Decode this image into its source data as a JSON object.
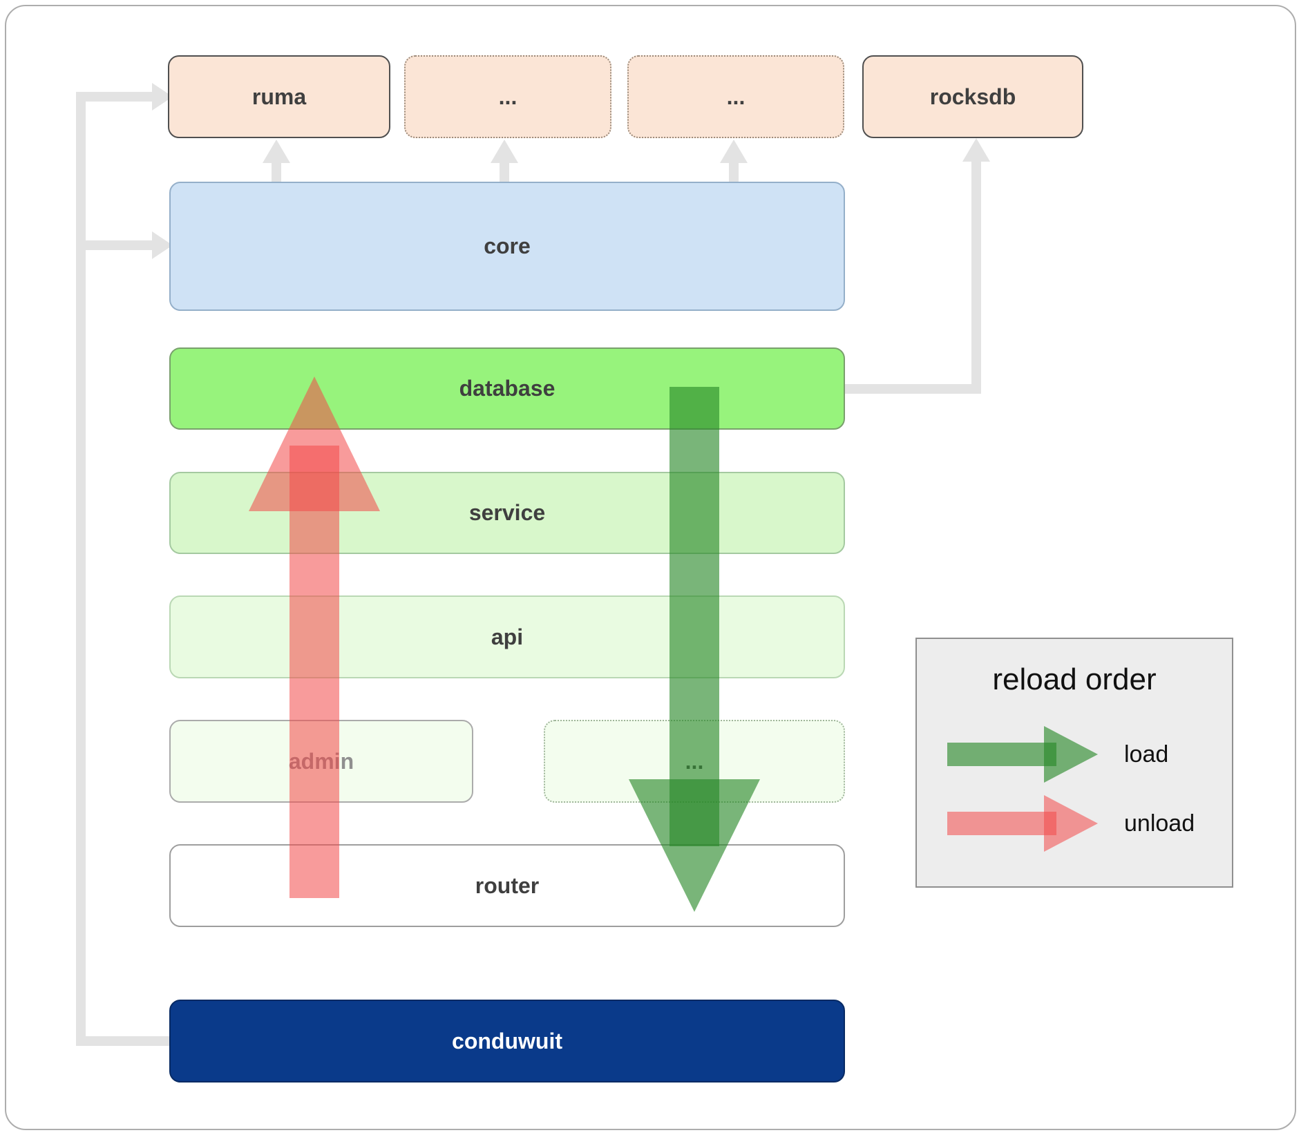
{
  "boxes": {
    "ruma": {
      "label": "ruma"
    },
    "dots_top_1": {
      "label": "..."
    },
    "dots_top_2": {
      "label": "..."
    },
    "rocksdb": {
      "label": "rocksdb"
    },
    "core": {
      "label": "core"
    },
    "database": {
      "label": "database"
    },
    "service": {
      "label": "service"
    },
    "api": {
      "label": "api"
    },
    "admin": {
      "label": "admin"
    },
    "dots_mid": {
      "label": "..."
    },
    "router": {
      "label": "router"
    },
    "conduwuit": {
      "label": "conduwuit"
    }
  },
  "legend": {
    "title": "reload order",
    "items": [
      {
        "label": "load",
        "color": "#278727"
      },
      {
        "label": "unload",
        "color": "#f24848"
      }
    ]
  },
  "colors": {
    "peach_box": "#fbe5d6",
    "core_blue": "#cfe2f5",
    "database_green": "#97f37c",
    "service_green": "#d8f7cb",
    "api_green": "#e9fbe1",
    "admin_green": "#f3fdee",
    "router_white": "#ffffff",
    "conduwuit_blue": "#0a3a8a",
    "connector_gray": "#e3e3e3",
    "load_arrow_green": "#278727",
    "unload_arrow_red": "#f24848",
    "legend_background": "#ededed"
  }
}
